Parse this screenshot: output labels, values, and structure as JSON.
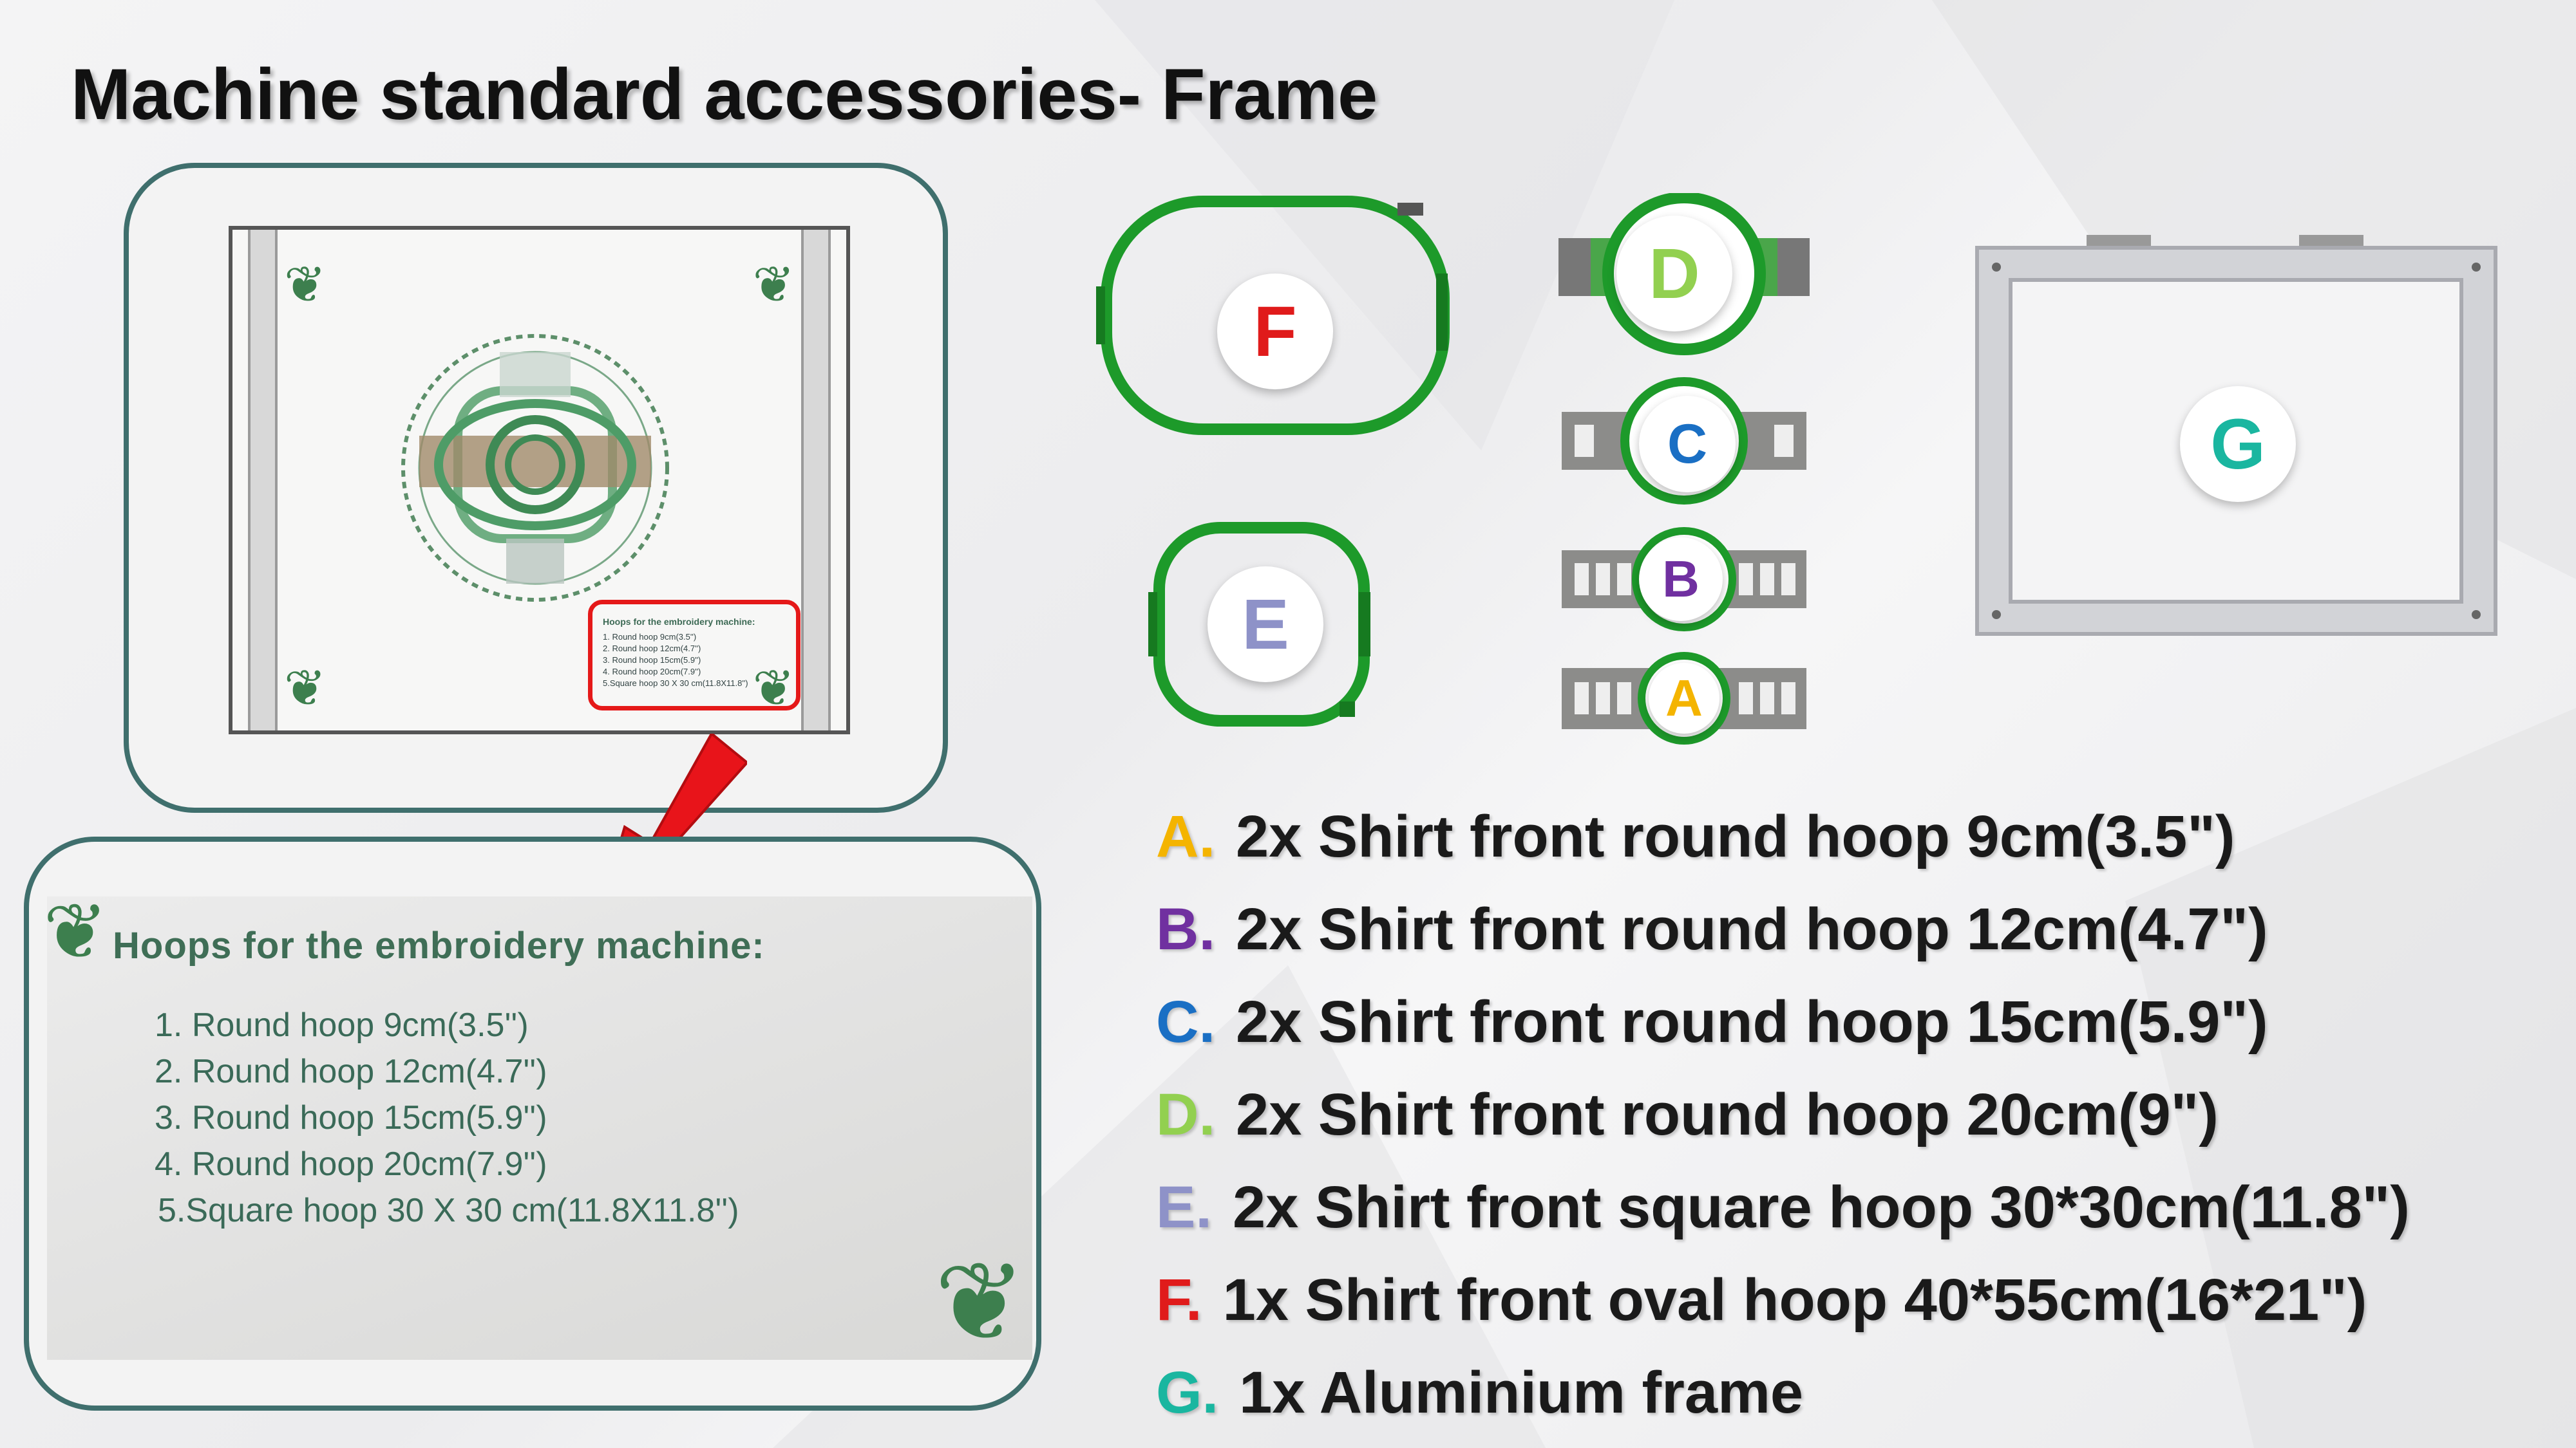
{
  "title": "Machine standard accessories- Frame",
  "box_label": {
    "heading": "Hoops for the embroidery machine:",
    "lines": [
      "1. Round hoop 9cm(3.5'')",
      "2. Round hoop 12cm(4.7'')",
      "3. Round hoop 15cm(5.9'')",
      "4. Round hoop 20cm(7.9'')",
      "5.Square hoop 30 X 30 cm(11.8X11.8'')"
    ]
  },
  "closeup": {
    "heading": "Hoops for the embroidery machine:",
    "lines": [
      "1. Round hoop 9cm(3.5'')",
      "2. Round hoop 12cm(4.7'')",
      "3. Round hoop 15cm(5.9'')",
      "4. Round hoop 20cm(7.9'')",
      "5.Square hoop 30 X 30 cm(11.8X11.8'')"
    ]
  },
  "badges": {
    "A": "A",
    "B": "B",
    "C": "C",
    "D": "D",
    "E": "E",
    "F": "F",
    "G": "G"
  },
  "colors": {
    "A": "#f4b400",
    "B": "#7030a0",
    "C": "#1a6fc4",
    "D": "#92d050",
    "E": "#8e92c8",
    "F": "#e01b1b",
    "G": "#1ab6a0",
    "hoop_green": "#1d9a2a",
    "panel_border": "#3f6f6d",
    "arrow_red": "#e8141a"
  },
  "legend": [
    {
      "key": "A.",
      "text": "2x Shirt front round hoop 9cm(3.5\")"
    },
    {
      "key": "B.",
      "text": "2x Shirt front round hoop 12cm(4.7\")"
    },
    {
      "key": "C.",
      "text": "2x Shirt front round hoop 15cm(5.9\")"
    },
    {
      "key": "D.",
      "text": "2x Shirt front round hoop 20cm(9\")"
    },
    {
      "key": "E.",
      "text": "2x Shirt front square hoop 30*30cm(11.8\")"
    },
    {
      "key": "F.",
      "text": "1x Shirt front oval hoop 40*55cm(16*21\")"
    },
    {
      "key": "G.",
      "text": "1x Aluminium frame"
    }
  ]
}
